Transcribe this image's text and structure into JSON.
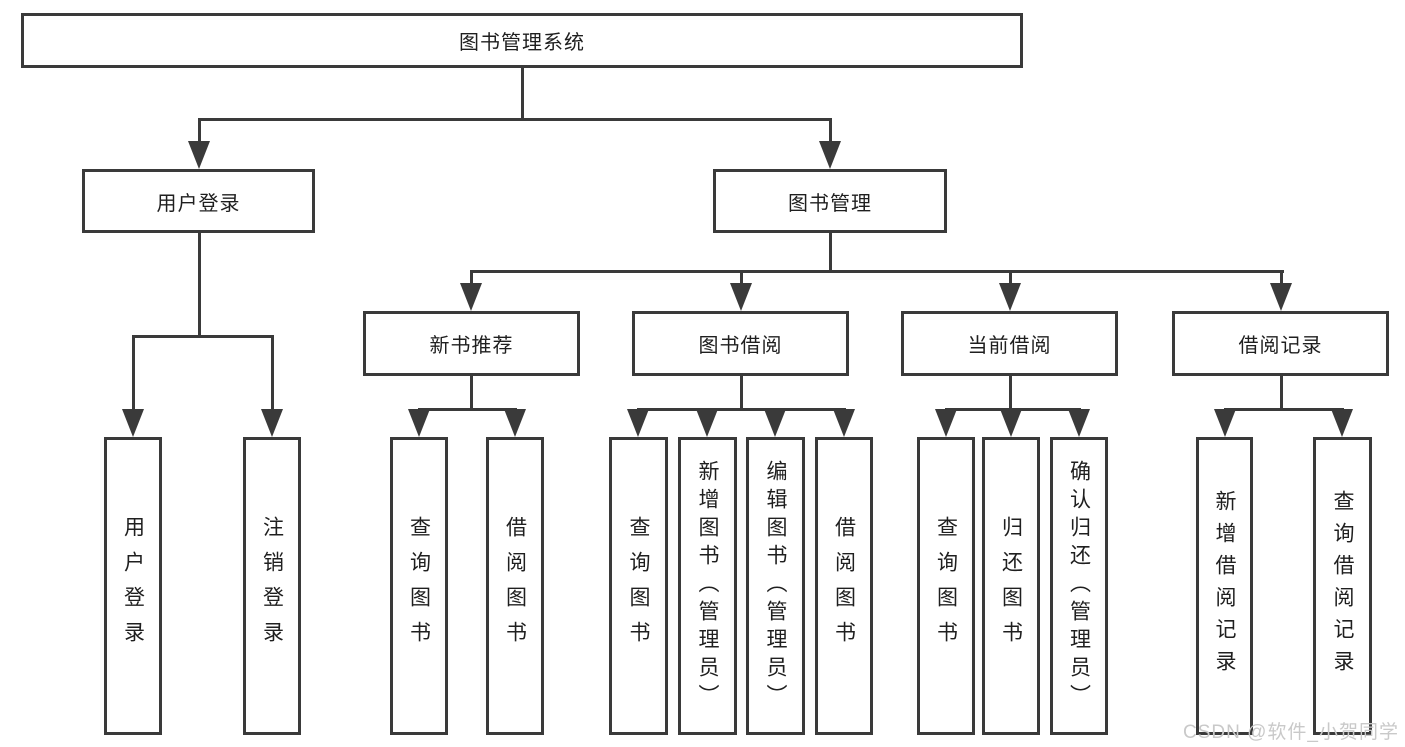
{
  "diagram": {
    "root": {
      "label": "图书管理系统"
    },
    "branches": [
      {
        "label": "用户登录",
        "children": [
          {
            "label": "用户登录"
          },
          {
            "label": "注销登录"
          }
        ]
      },
      {
        "label": "图书管理",
        "groups": [
          {
            "label": "新书推荐",
            "children": [
              {
                "label": "查询图书"
              },
              {
                "label": "借阅图书"
              }
            ]
          },
          {
            "label": "图书借阅",
            "children": [
              {
                "label": "查询图书"
              },
              {
                "label": "新增图书（管理员）"
              },
              {
                "label": "编辑图书（管理员）"
              },
              {
                "label": "借阅图书"
              }
            ]
          },
          {
            "label": "当前借阅",
            "children": [
              {
                "label": "查询图书"
              },
              {
                "label": "归还图书"
              },
              {
                "label": "确认归还（管理员）"
              }
            ]
          },
          {
            "label": "借阅记录",
            "children": [
              {
                "label": "新增借阅记录"
              },
              {
                "label": "查询借阅记录"
              }
            ]
          }
        ]
      }
    ],
    "colors": {
      "line": "#3a3a3a",
      "border": "#3a3a3a",
      "text": "#1f1f1f",
      "background": "#ffffff",
      "watermark": "#c9c9c9"
    }
  },
  "watermark": {
    "text": "CSDN @软件_小贺同学"
  }
}
